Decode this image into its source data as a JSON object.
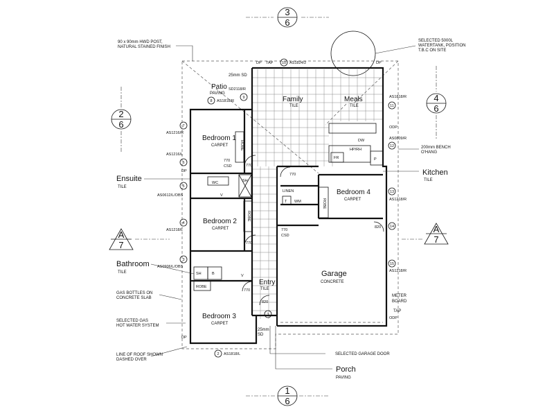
{
  "rooms": {
    "patio": {
      "name": "Patio",
      "finish": "PAVING"
    },
    "family": {
      "name": "Family",
      "finish": "TILE"
    },
    "meals": {
      "name": "Meals",
      "finish": "TILE"
    },
    "bedroom1": {
      "name": "Bedroom 1",
      "finish": "CARPET"
    },
    "bedroom2": {
      "name": "Bedroom 2",
      "finish": "CARPET"
    },
    "bedroom3": {
      "name": "Bedroom 3",
      "finish": "CARPET"
    },
    "bedroom4": {
      "name": "Bedroom 4",
      "finish": "CARPET"
    },
    "ensuite": {
      "name": "Ensuite",
      "finish": "TILE"
    },
    "bathroom": {
      "name": "Bathroom",
      "finish": "TILE"
    },
    "kitchen": {
      "name": "Kitchen",
      "finish": "TILE"
    },
    "garage": {
      "name": "Garage",
      "finish": "CONCRETE"
    },
    "entry": {
      "name": "Entry",
      "finish": "TILE"
    },
    "porch": {
      "name": "Porch",
      "finish": "PAVING"
    }
  },
  "section_markers": {
    "top": {
      "num": "3",
      "sheet": "6"
    },
    "left": {
      "num": "2",
      "sheet": "6"
    },
    "right": {
      "num": "4",
      "sheet": "6"
    },
    "bottom": {
      "num": "1",
      "sheet": "6"
    },
    "a_left": {
      "num": "A",
      "sheet": "7"
    },
    "a_right": {
      "num": "A",
      "sheet": "7"
    }
  },
  "annotations": {
    "post_1": "90 x 90mm HWD POST,",
    "post_2": "NATURAL STAINED FINISH",
    "tank_1": "SELECTED 5000L",
    "tank_2": "WATERTANK, POSITION",
    "tank_3": "T.B.C ON SITE",
    "bench_1": "200mm BENCH",
    "bench_2": "O'HANG",
    "gas_bottles_1": "GAS BOTTLES ON",
    "gas_bottles_2": "CONCRETE SLAB",
    "hws_1": "SELECTED GAS",
    "hws_2": "HOT WATER SYSTEM",
    "roof_1": "LINE OF ROOF SHOWN",
    "roof_2": "DASHED OVER",
    "garage_door": "SELECTED GARAGE DOOR",
    "meter_1": "METER",
    "meter_2": "BOARD",
    "tap_right": "TAP",
    "sd_top": "25mm SD",
    "sd_bottom_1": "25mm",
    "sd_bottom_2": "SD"
  },
  "window_codes": {
    "w10": {
      "num": "10",
      "code": "AS1824/2"
    },
    "w9": {
      "num": "9",
      "code": "SD2118/R"
    },
    "w8": {
      "num": "8",
      "code": "AS1818/R"
    },
    "w7": {
      "num": "7",
      "code": "AS1216/R"
    },
    "w6": {
      "num": "6",
      "code": "AS1216/L"
    },
    "w5": {
      "num": "5",
      "code": "AS0612/L/OBS"
    },
    "w4": {
      "num": "4",
      "code": "AS1218/L"
    },
    "w3": {
      "num": "3",
      "code": "AS0906/L/OBS"
    },
    "w2": {
      "num": "2",
      "code": "AS1818/L"
    },
    "w1": {
      "num": "1",
      "code": ""
    },
    "w11": {
      "num": "11",
      "code": "AS1818/R"
    },
    "w12": {
      "num": "12",
      "code": "AS0809/R"
    },
    "w13": {
      "num": "13",
      "code": "AS1218/R"
    },
    "w14": {
      "num": "14",
      "code": ""
    },
    "w15": {
      "num": "15",
      "code": "AS1218/R"
    }
  },
  "door_labels": {
    "d770_b1": "770",
    "csd_b1": "770\nCSD",
    "csd_b1_a": "770",
    "csd_b1_b": "CSD",
    "d770_b2": "770",
    "d770_hall": "770",
    "csd_hall_a": "770",
    "csd_hall_b": "CSD",
    "d770_b4": "770",
    "d820_gar": "820",
    "d770_b3": "770",
    "d820_entry": "820"
  },
  "fixtures": {
    "robe": "ROBE",
    "linen": "LINEN",
    "wm": "WM",
    "t": "T",
    "wc": "WC",
    "sh": "SH",
    "dw": "DW",
    "hp_rh": "HP/RH",
    "fr": "FR",
    "p": "P",
    "dp": "DP",
    "odp": "ODP",
    "tap": "TAP",
    "b": "B",
    "v": "V"
  }
}
